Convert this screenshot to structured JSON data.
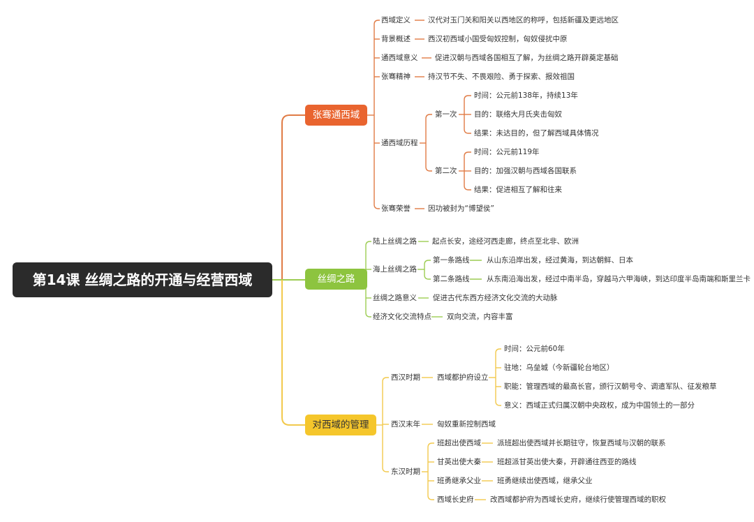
{
  "root": {
    "title": "第14课 丝绸之路的开通与经营西域"
  },
  "colors": {
    "root_bg": "#2b2b2b",
    "branch1": "#e9642f",
    "branch2": "#8dc43f",
    "branch3": "#f5c62b",
    "line1": "#e07b45",
    "line2": "#9ccc52",
    "line3": "#f2c94c"
  },
  "branches": [
    {
      "title": "张骞通西域",
      "children": [
        {
          "label": "西域定义",
          "desc": "汉代对玉门关和阳关以西地区的称呼，包括新疆及更远地区"
        },
        {
          "label": "背景概述",
          "desc": "西汉初西域小国受匈奴控制，匈奴侵扰中原"
        },
        {
          "label": "通西域意义",
          "desc": "促进汉朝与西域各国相互了解，为丝绸之路开辟奠定基础"
        },
        {
          "label": "张骞精神",
          "desc": "持汉节不失、不畏艰险、勇于探索、报效祖国"
        },
        {
          "label": "通西域历程",
          "sub": [
            {
              "label": "第一次",
              "items": [
                "时间：公元前138年，持续13年",
                "目的：联络大月氏夹击匈奴",
                "结果：未达目的，但了解西域具体情况"
              ]
            },
            {
              "label": "第二次",
              "items": [
                "时间：公元前119年",
                "目的：加强汉朝与西域各国联系",
                "结果：促进相互了解和往来"
              ]
            }
          ]
        },
        {
          "label": "张骞荣誉",
          "desc": "因功被封为“博望侯”"
        }
      ]
    },
    {
      "title": "丝绸之路",
      "children": [
        {
          "label": "陆上丝绸之路",
          "desc": "起点长安，途经河西走廊，终点至北非、欧洲"
        },
        {
          "label": "海上丝绸之路",
          "sub": [
            {
              "label": "第一条路线",
              "desc": "从山东沿岸出发，经过黄海，到达朝鲜、日本"
            },
            {
              "label": "第二条路线",
              "desc": "从东南沿海出发，经过中南半岛，穿越马六甲海峡，到达印度半岛南端和斯里兰卡"
            }
          ]
        },
        {
          "label": "丝绸之路意义",
          "desc": "促进古代东西方经济文化交流的大动脉"
        },
        {
          "label": "经济文化交流特点",
          "desc": "双向交流，内容丰富"
        }
      ]
    },
    {
      "title": "对西域的管理",
      "children": [
        {
          "label": "西汉时期",
          "sub": [
            {
              "label": "西域都护府设立",
              "items": [
                "时间：公元前60年",
                "驻地：乌垒城（今新疆轮台地区）",
                "职能：管理西域的最高长官，颁行汉朝号令、调遣军队、征发粮草",
                "意义：西域正式归属汉朝中央政权，成为中国领土的一部分"
              ]
            }
          ]
        },
        {
          "label": "西汉末年",
          "desc": "匈奴重新控制西域"
        },
        {
          "label": "东汉时期",
          "sub": [
            {
              "label": "班超出使西域",
              "desc": "派班超出使西域并长期驻守，恢复西域与汉朝的联系"
            },
            {
              "label": "甘英出使大秦",
              "desc": "班超派甘英出使大秦，开辟通往西亚的路线"
            },
            {
              "label": "班勇继承父业",
              "desc": "班勇继续出使西域，继承父业"
            },
            {
              "label": "西域长史府",
              "desc": "改西域都护府为西域长史府，继续行使管理西域的职权"
            }
          ]
        }
      ]
    }
  ]
}
